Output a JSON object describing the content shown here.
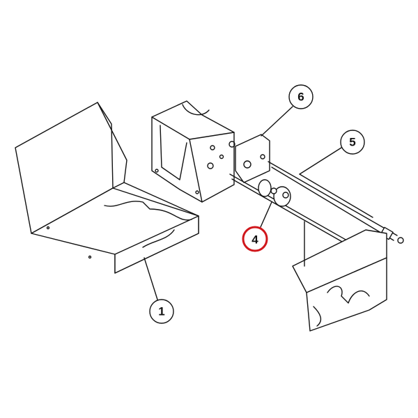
{
  "diagram": {
    "callouts": [
      {
        "id": "callout-1",
        "label": "1",
        "highlighted": false
      },
      {
        "id": "callout-4",
        "label": "4",
        "highlighted": true
      },
      {
        "id": "callout-5",
        "label": "5",
        "highlighted": false
      },
      {
        "id": "callout-6",
        "label": "6",
        "highlighted": false
      }
    ],
    "colors": {
      "line": "#111111",
      "highlight": "#d0161b",
      "background": "#ffffff"
    }
  }
}
